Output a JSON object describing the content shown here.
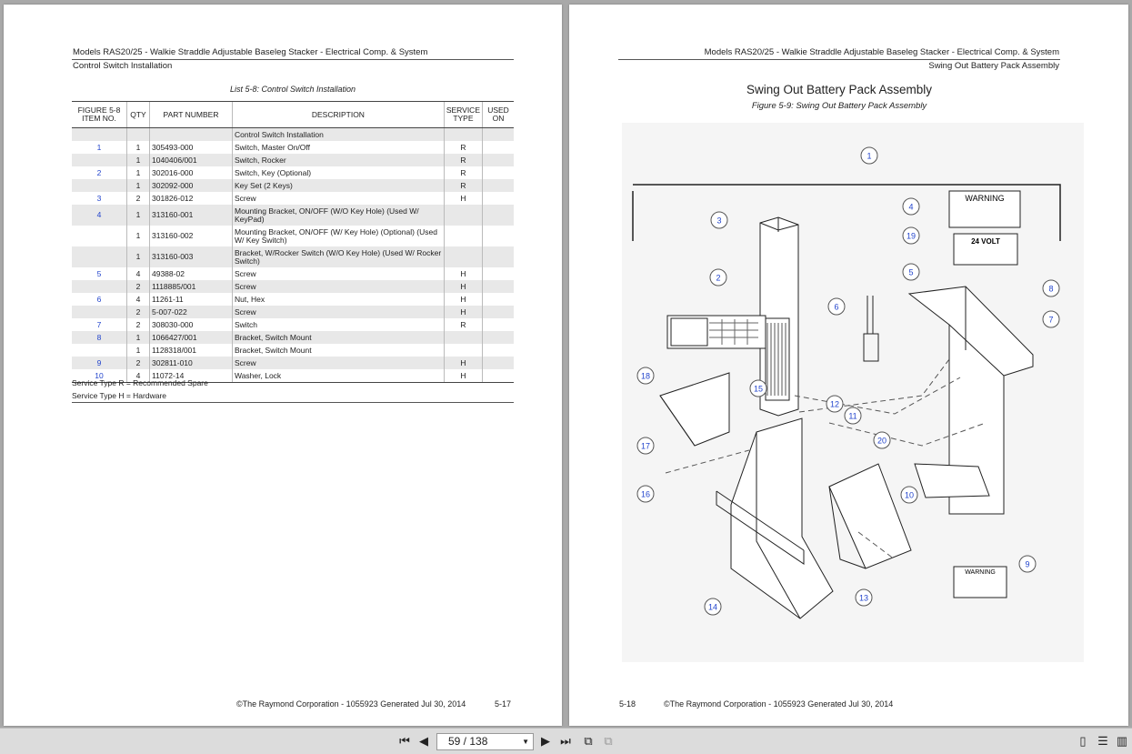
{
  "left_page": {
    "header_title": "Models RAS20/25 - Walkie Straddle Adjustable Baseleg Stacker - Electrical Comp. & System",
    "header_subtitle": "Control Switch Installation",
    "list_caption": "List 5-8: Control Switch Installation",
    "columns": [
      "FIGURE 5-8 ITEM NO.",
      "QTY",
      "PART NUMBER",
      "DESCRIPTION",
      "SERVICE TYPE",
      "USED ON"
    ],
    "rows": [
      {
        "item": "",
        "qty": "",
        "part": "",
        "desc": "Control Switch Installation",
        "svc": "",
        "used": ""
      },
      {
        "item": "1",
        "qty": "1",
        "part": "305493-000",
        "desc": "Switch, Master On/Off",
        "svc": "R",
        "used": ""
      },
      {
        "item": "",
        "qty": "1",
        "part": "1040406/001",
        "desc": "Switch, Rocker",
        "svc": "R",
        "used": ""
      },
      {
        "item": "2",
        "qty": "1",
        "part": "302016-000",
        "desc": "Switch, Key (Optional)",
        "svc": "R",
        "used": ""
      },
      {
        "item": "",
        "qty": "1",
        "part": "302092-000",
        "desc": "Key Set (2 Keys)",
        "svc": "R",
        "used": ""
      },
      {
        "item": "3",
        "qty": "2",
        "part": "301826-012",
        "desc": "Screw",
        "svc": "H",
        "used": ""
      },
      {
        "item": "4",
        "qty": "1",
        "part": "313160-001",
        "desc": "Mounting Bracket, ON/OFF (W/O Key Hole) (Used W/ KeyPad)",
        "svc": "",
        "used": ""
      },
      {
        "item": "",
        "qty": "1",
        "part": "313160-002",
        "desc": "Mounting Bracket, ON/OFF (W/ Key Hole) (Optional) (Used W/ Key Switch)",
        "svc": "",
        "used": ""
      },
      {
        "item": "",
        "qty": "1",
        "part": "313160-003",
        "desc": "Bracket, W/Rocker Switch (W/O Key Hole) (Used W/ Rocker Switch)",
        "svc": "",
        "used": ""
      },
      {
        "item": "5",
        "qty": "4",
        "part": "49388-02",
        "desc": "Screw",
        "svc": "H",
        "used": ""
      },
      {
        "item": "",
        "qty": "2",
        "part": "1118885/001",
        "desc": "Screw",
        "svc": "H",
        "used": ""
      },
      {
        "item": "6",
        "qty": "4",
        "part": "11261-11",
        "desc": "Nut, Hex",
        "svc": "H",
        "used": ""
      },
      {
        "item": "",
        "qty": "2",
        "part": "5-007-022",
        "desc": "Screw",
        "svc": "H",
        "used": ""
      },
      {
        "item": "7",
        "qty": "2",
        "part": "308030-000",
        "desc": "Switch",
        "svc": "R",
        "used": ""
      },
      {
        "item": "8",
        "qty": "1",
        "part": "1066427/001",
        "desc": "Bracket, Switch Mount",
        "svc": "",
        "used": ""
      },
      {
        "item": "",
        "qty": "1",
        "part": "1128318/001",
        "desc": "Bracket, Switch Mount",
        "svc": "",
        "used": ""
      },
      {
        "item": "9",
        "qty": "2",
        "part": "302811-010",
        "desc": "Screw",
        "svc": "H",
        "used": ""
      },
      {
        "item": "10",
        "qty": "4",
        "part": "11072-14",
        "desc": "Washer, Lock",
        "svc": "H",
        "used": ""
      }
    ],
    "note_r": "Service Type R = Recommended Spare",
    "note_h": "Service Type H = Hardware",
    "footer_text": "©The Raymond Corporation - 1055923 Generated Jul 30, 2014",
    "page_number": "5-17"
  },
  "right_page": {
    "header_title": "Models RAS20/25 - Walkie Straddle Adjustable Baseleg Stacker - Electrical Comp. & System",
    "header_subtitle": "Swing Out Battery Pack Assembly",
    "title": "Swing Out Battery Pack Assembly",
    "figure_caption": "Figure 5-9: Swing Out Battery Pack Assembly",
    "callouts": [
      "1",
      "2",
      "3",
      "4",
      "5",
      "6",
      "7",
      "8",
      "9",
      "10",
      "11",
      "12",
      "13",
      "14",
      "15",
      "16",
      "17",
      "18",
      "19",
      "20"
    ],
    "label_warning": "WARNING",
    "label_24volt": "24 VOLT",
    "label_warning2": "WARNING",
    "footer_text": "©The Raymond Corporation - 1055923 Generated Jul 30, 2014",
    "page_number": "5-18"
  },
  "toolbar": {
    "page_indicator": "59 / 138"
  }
}
